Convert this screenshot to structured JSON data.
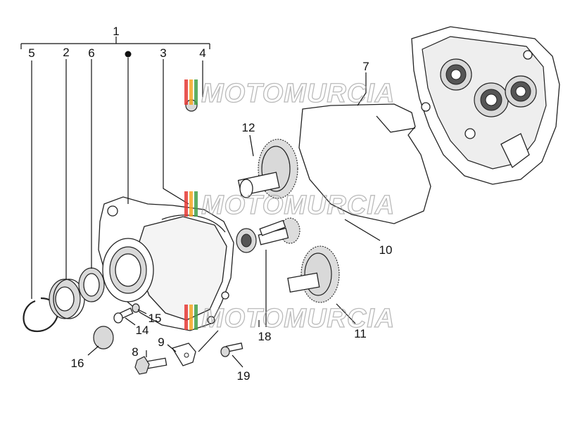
{
  "callouts": {
    "c1": "1",
    "c2": "2",
    "c3": "3",
    "c4": "4",
    "c5": "5",
    "c6": "6",
    "c7": "7",
    "c8": "8",
    "c9": "9",
    "c10": "10",
    "c11": "11",
    "c12": "12",
    "c14": "14",
    "c15": "15",
    "c16": "16",
    "c18": "18",
    "c19": "19"
  },
  "watermark": {
    "text": "MOTOMURCIA",
    "colors": [
      "#e53935",
      "#f5a623",
      "#43a047"
    ]
  }
}
